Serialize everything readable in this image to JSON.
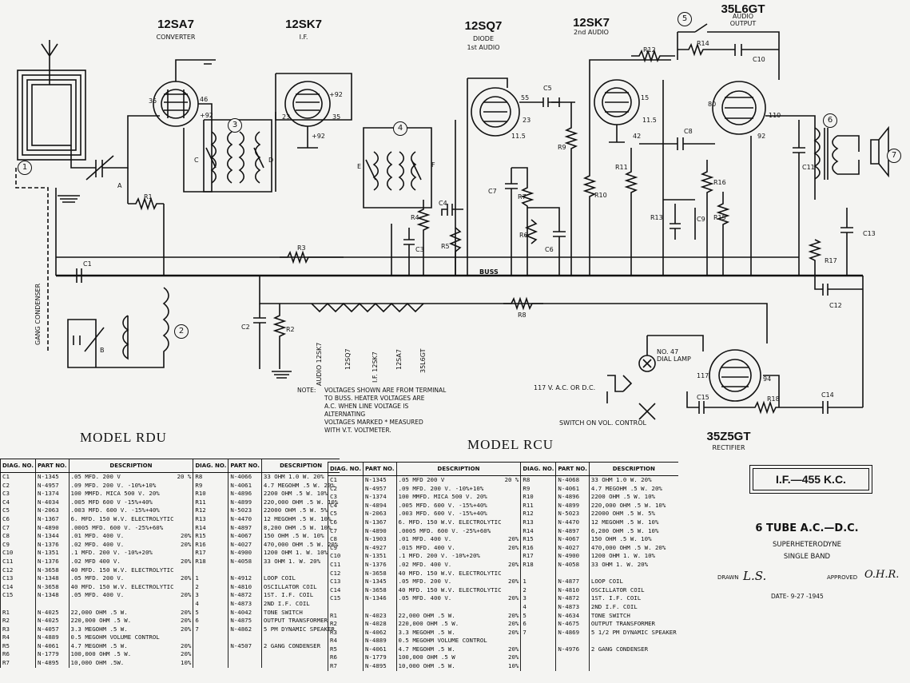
{
  "tubes": [
    {
      "id": "v1",
      "type": "12SA7",
      "role": "CONVERTER"
    },
    {
      "id": "v2",
      "type": "12SK7",
      "role": "I.F."
    },
    {
      "id": "v3",
      "type": "12SQ7",
      "role": "DIODE",
      "role2": "1st AUDIO"
    },
    {
      "id": "v4",
      "type": "12SK7",
      "role": "2nd AUDIO"
    },
    {
      "id": "v5",
      "type": "35L6GT",
      "role": "AUDIO",
      "role2": "OUTPUT"
    },
    {
      "id": "v6",
      "type": "35Z5GT",
      "role": "RECTIFIER"
    }
  ],
  "circle_labels": [
    "1",
    "2",
    "3",
    "4",
    "5",
    "6",
    "7"
  ],
  "component_labels": {
    "R1": "R1",
    "R2": "R2",
    "R3": "R3",
    "R4": "R4",
    "R5": "R5",
    "R6": "R6",
    "R7": "R7",
    "R8": "R8",
    "R9": "R9",
    "R10": "R10",
    "R11": "R11",
    "R12": "R12",
    "R13": "R13",
    "R14": "R14",
    "R15": "R15",
    "R16": "R16",
    "R17": "R17",
    "R18": "R18",
    "C1": "C1",
    "C2": "C2",
    "C3": "C3",
    "C4": "C4",
    "C5": "C5",
    "C6": "C6",
    "C7": "C7",
    "C8": "C8",
    "C9": "C9",
    "C10": "C10",
    "C11": "C11",
    "C12": "C12",
    "C13": "C13",
    "C14": "C14",
    "C15": "C15",
    "A": "A",
    "B": "B",
    "C": "C",
    "D": "D",
    "E": "E",
    "F": "F"
  },
  "voltages": {
    "v1_plate": "46",
    "v1_screen": "+92",
    "v1_k": "35",
    "v2_plate": "+92",
    "v2_k": "23",
    "v2_g": "35",
    "v2_s": "+92",
    "v3_p": "55",
    "v3_k": "23",
    "v3_h": "11.5",
    "v4_p": "15",
    "v4_k": "11.5",
    "v4_g": "42",
    "v5_p": "110",
    "v5_s": "92",
    "v5_k": "80",
    "v6_k": "117",
    "v6_p": "94"
  },
  "labels": {
    "buss": "BUSS",
    "gang_condenser": "GANG CONDENSER",
    "dial_lamp": "NO. 47\nDIAL LAMP",
    "line": "117 V. A.C. OR D.C.",
    "switch": "SWITCH ON VOL. CONTROL",
    "heater_string": [
      "AUDIO 12SK7",
      "12SQ7",
      "I.F. 12SK7",
      "12SA7",
      "35L6GT"
    ]
  },
  "note": {
    "prefix": "NOTE:",
    "lines": [
      "VOLTAGES SHOWN ARE FROM TERMINAL",
      "TO BUSS. HEATER VOLTAGES ARE",
      "A.C. WHEN LINE VOLTAGE IS",
      "ALTERNATING",
      "VOLTAGES MARKED * MEASURED",
      "WITH V.T. VOLTMETER."
    ]
  },
  "table_headers": {
    "diag": "DIAG. NO.",
    "part": "PART NO.",
    "desc": "DESCRIPTION"
  },
  "model_rdu": {
    "title": "MODEL RDU",
    "left": [
      [
        "C1",
        "N-1345",
        ".05 MFD.  200 V",
        "20 %"
      ],
      [
        "C2",
        "N-4957",
        ".09 MFD.  200 V.  -10%+10%",
        ""
      ],
      [
        "C3",
        "N-1374",
        "100 MMFD.  MICA 500 V.  20%",
        ""
      ],
      [
        "C4",
        "N-4034",
        ".005 MFD  600 V  -15%+40%",
        ""
      ],
      [
        "C5",
        "N-2063",
        ".003 MFD.  600 V.  -15%+40%",
        ""
      ],
      [
        "C6",
        "N-1367",
        "6. MFD.  150 W.V. ELECTROLYTIC",
        ""
      ],
      [
        "C7",
        "N-4890",
        ".0005 MFD. 600 V.  -25%+60%",
        ""
      ],
      [
        "C8",
        "N-1344",
        ".01  MFD.  400 V.",
        "20%"
      ],
      [
        "C9",
        "N-1376",
        ".02 MFD.  400 V.",
        "20%"
      ],
      [
        "C10",
        "N-1351",
        ".1  MFD.  200 V.  -10%+20%",
        ""
      ],
      [
        "C11",
        "N-1376",
        ".02 MFD  400 V.",
        "20%"
      ],
      [
        "C12",
        "N-3658",
        "40 MFD.  150 W.V. ELECTROLYTIC",
        ""
      ],
      [
        "C13",
        "N-1348",
        ".05 MFD.  200 V.",
        "20%"
      ],
      [
        "C14",
        "N-3658",
        "40 MFD.  150 W.V. ELECTROLYTIC",
        ""
      ],
      [
        "C15",
        "N-1348",
        ".05 MFD.  400 V.",
        "20%"
      ],
      [
        "",
        "",
        "",
        ""
      ],
      [
        "R1",
        "N-4025",
        "22,000  OHM  .5 W.",
        "20%"
      ],
      [
        "R2",
        "N-4025",
        "220,000 OHM  .5 W.",
        "20%"
      ],
      [
        "R3",
        "N-4057",
        "3.3  MEGOHM  .5 W.",
        "20%"
      ],
      [
        "R4",
        "N-4889",
        "0.5  MEGOHM  VOLUME CONTROL",
        ""
      ],
      [
        "R5",
        "N-4061",
        "4.7  MEGOHM  .5 W.",
        "20%"
      ],
      [
        "R6",
        "N-1779",
        "100,000 OHM  .5 W.",
        "20%"
      ],
      [
        "R7",
        "N-4895",
        "10,000  OHM  .5W.",
        "10%"
      ]
    ],
    "right": [
      [
        "R8",
        "N-4066",
        "33  OHM  1.0 W.  20%"
      ],
      [
        "R9",
        "N-4061",
        "4.7 MEGOHM  .5 W.  20%"
      ],
      [
        "R10",
        "N-4896",
        "2200  OHM  .5 W.  10%"
      ],
      [
        "R11",
        "N-4899",
        "220,000 OHM  .5 W.  10%"
      ],
      [
        "R12",
        "N-5023",
        "22000  OHM  .5 W.  5%"
      ],
      [
        "R13",
        "N-4470",
        "12 MEGOHM  .5 W.  10%"
      ],
      [
        "R14",
        "N-4897",
        "8,200  OHM  .5 W.  10%"
      ],
      [
        "R15",
        "N-4067",
        "150  OHM  .5 W.  10%"
      ],
      [
        "R16",
        "N-4027",
        "470,000 OHM .5 W.  20%"
      ],
      [
        "R17",
        "N-4900",
        "1200  OHM  1. W.  10%"
      ],
      [
        "R18",
        "N-4058",
        "33  OHM  1. W.  20%"
      ],
      [
        "",
        "",
        ""
      ],
      [
        "1",
        "N-4912",
        "LOOP COIL"
      ],
      [
        "2",
        "N-4810",
        "OSCILLATOR COIL"
      ],
      [
        "3",
        "N-4872",
        "1ST. I.F. COIL"
      ],
      [
        "4",
        "N-4873",
        "2ND I.F. COIL"
      ],
      [
        "5",
        "N-4042",
        "TONE SWITCH"
      ],
      [
        "6",
        "N-4875",
        "OUTPUT TRANSFORMER"
      ],
      [
        "7",
        "N-4862",
        "5  PM DYNAMIC SPEAKER"
      ],
      [
        "",
        "",
        ""
      ],
      [
        "",
        "N-4507",
        "2 GANG CONDENSER"
      ],
      [
        "",
        "",
        ""
      ],
      [
        "",
        "",
        ""
      ]
    ]
  },
  "model_rcu": {
    "title": "MODEL RCU",
    "left": [
      [
        "C1",
        "N-1345",
        ".05 MFD  200 V",
        "20 %"
      ],
      [
        "C2",
        "N-4957",
        ".09 MFD.  200 V.  -10%+10%",
        ""
      ],
      [
        "C3",
        "N-1374",
        "100 MMFD.  MICA 500 V.  20%",
        ""
      ],
      [
        "C4",
        "N-4894",
        ".005 MFD.  600 V.  -15%+40%",
        ""
      ],
      [
        "C5",
        "N-2063",
        ".003 MFD.  600 V.  -15%+40%",
        ""
      ],
      [
        "C6",
        "N-1367",
        "6. MFD.  150 W.V. ELECTROLYTIC",
        ""
      ],
      [
        "C7",
        "N-4890",
        ".0005 MFD.  600 V.  -25%+60%",
        ""
      ],
      [
        "C8",
        "N-1903",
        ".01  MFD.  400 V.",
        "20%"
      ],
      [
        "C9",
        "N-4927",
        ".015 MFD.  400 V.",
        "20%"
      ],
      [
        "C10",
        "N-1351",
        ".1  MFD.  200 V.  -10%+20%",
        ""
      ],
      [
        "C11",
        "N-1376",
        ".02 MFD.  400 V.",
        "20%"
      ],
      [
        "C12",
        "N-3658",
        "40 MFD.  150 W.V. ELECTROLYTIC",
        ""
      ],
      [
        "C13",
        "N-1345",
        ".05 MFD.  200 V.",
        "20%"
      ],
      [
        "C14",
        "N-3658",
        "40 MFD.  150 W.V. ELECTROLYTIC",
        ""
      ],
      [
        "C15",
        "N-1346",
        ".05 MFD.  400 V.",
        "20%"
      ],
      [
        "",
        "",
        "",
        ""
      ],
      [
        "R1",
        "N-4023",
        "22,000  OHM  .5 W.",
        "20%"
      ],
      [
        "R2",
        "N-4028",
        "220,000 OHM  .5 W.",
        "20%"
      ],
      [
        "R3",
        "N-4062",
        "3.3  MEGOHM  .5 W.",
        "20%"
      ],
      [
        "R4",
        "N-4889",
        "0.5  MEGOHM  VOLUME CONTROL",
        ""
      ],
      [
        "R5",
        "N-4061",
        "4.7  MEGOHM  .5 W.",
        "20%"
      ],
      [
        "R6",
        "N-1779",
        "100,000 OHM  .5 W",
        "20%"
      ],
      [
        "R7",
        "N-4895",
        "10,000  OHM  .5 W.",
        "10%"
      ]
    ],
    "right": [
      [
        "R8",
        "N-4068",
        "33  OHM  1.0 W.  20%"
      ],
      [
        "R9",
        "N-4061",
        "4.7 MEGOHM  .5 W.  20%"
      ],
      [
        "R10",
        "N-4896",
        "2200  OHM  .5 W.  10%"
      ],
      [
        "R11",
        "N-4899",
        "220,000 OHM  .5 W.  10%"
      ],
      [
        "R12",
        "N-5023",
        "22000  OHM  .5 W.  5%"
      ],
      [
        "R13",
        "N-4470",
        "12 MEGOHM  .5 W.  10%"
      ],
      [
        "R14",
        "N-4897",
        "6,200  OHM  .5 W.  10%"
      ],
      [
        "R15",
        "N-4067",
        "150  OHM  .5 W.  10%"
      ],
      [
        "R16",
        "N-4027",
        "470,000 OHM  .5 W.  20%"
      ],
      [
        "R17",
        "N-4900",
        "1200  OHM  1. W.  10%"
      ],
      [
        "R18",
        "N-4058",
        "33  OHM  1. W.  20%"
      ],
      [
        "",
        "",
        ""
      ],
      [
        "1",
        "N-4877",
        "LOOP COIL"
      ],
      [
        "2",
        "N-4810",
        "OSCILLATOR COIL"
      ],
      [
        "3",
        "N-4872",
        "1ST. I.F. COIL"
      ],
      [
        "4",
        "N-4873",
        "2ND I.F. COIL"
      ],
      [
        "5",
        "N-4634",
        "TONE SWITCH"
      ],
      [
        "6",
        "N-4675",
        "OUTPUT TRANSFORMER"
      ],
      [
        "7",
        "N-4869",
        "5 1/2  PM DYNAMIC SPEAKER"
      ],
      [
        "",
        "",
        ""
      ],
      [
        "",
        "N-4976",
        "2 GANG CONDENSER"
      ],
      [
        "",
        "",
        ""
      ],
      [
        "",
        "",
        ""
      ]
    ]
  },
  "spec": {
    "if": "I.F.—455  K.C.",
    "tubes": "6 TUBE  A.C.—D.C.",
    "line2": "SUPERHETERODYNE",
    "line3": "SINGLE BAND",
    "drawn_label": "DRAWN",
    "drawn_sig": "L.S.",
    "approved_label": "APPROVED",
    "approved_sig": "O.H.R.",
    "date": "DATE- 9-27 -1945"
  }
}
